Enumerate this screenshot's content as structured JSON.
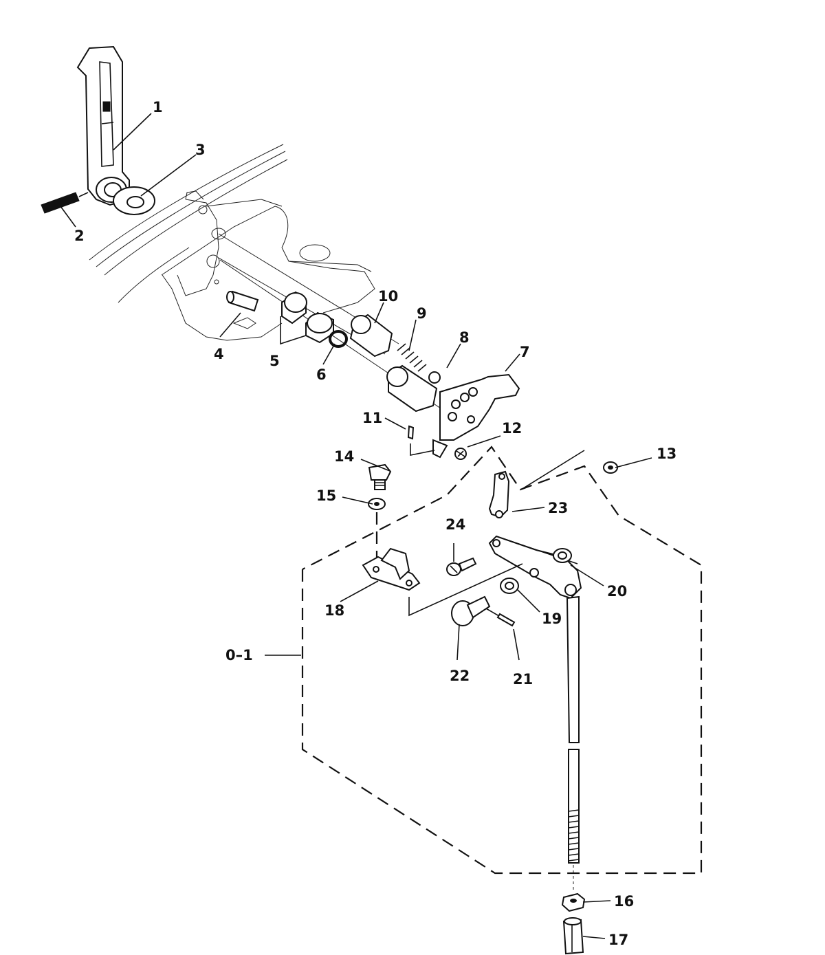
{
  "diagram": {
    "callouts": [
      "1",
      "2",
      "3",
      "4",
      "5",
      "6",
      "7",
      "8",
      "9",
      "10",
      "11",
      "12",
      "13",
      "14",
      "15",
      "16",
      "17",
      "18",
      "19",
      "20",
      "21",
      "22",
      "23",
      "24"
    ],
    "assembly_label": "0–1"
  }
}
